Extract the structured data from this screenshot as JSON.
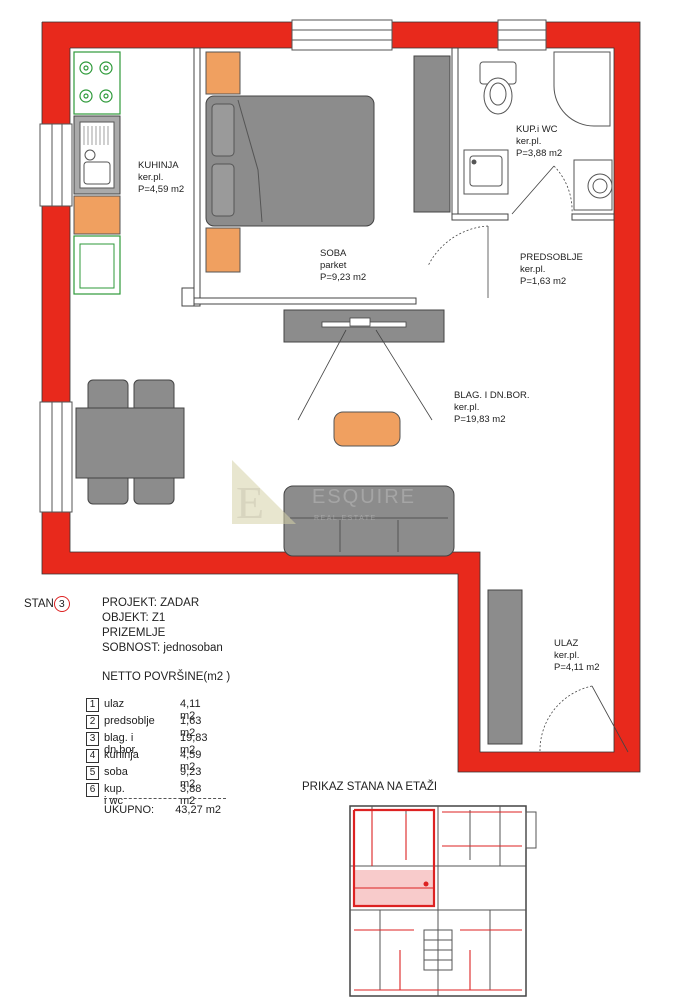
{
  "rooms": {
    "kuhinja": {
      "name": "KUHINJA",
      "finish": "ker.pl.",
      "area": "P=4,59 m2"
    },
    "soba": {
      "name": "SOBA",
      "finish": "parket",
      "area": "P=9,23 m2"
    },
    "kupaonica": {
      "name": "KUP.i WC",
      "finish": "ker.pl.",
      "area": "P=3,88 m2"
    },
    "predsoblje": {
      "name": "PREDSOBLJE",
      "finish": "ker.pl.",
      "area": "P=1,63 m2"
    },
    "blagovaonica": {
      "name": "BLAG. I DN.BOR.",
      "finish": "ker.pl.",
      "area": "P=19,83 m2"
    },
    "ulaz": {
      "name": "ULAZ",
      "finish": "ker.pl.",
      "area": "P=4,11 m2"
    }
  },
  "watermark": {
    "brand": "ESQUIRE",
    "tagline": "REAL ESTATE",
    "letter": "E"
  },
  "info": {
    "stan_label": "STAN",
    "stan_number": "3",
    "projekt": "PROJEKT: ZADAR",
    "objekt": "OBJEKT: Z1",
    "floor": "PRIZEMLJE",
    "sobnost": "SOBNOST: jednosoban"
  },
  "area_table": {
    "title": "NETTO POVRŠINE(m2 )",
    "rows": [
      {
        "num": "1",
        "name": "ulaz",
        "value": "4,11 m2"
      },
      {
        "num": "2",
        "name": "predsoblje",
        "value": "1,63 m2"
      },
      {
        "num": "3",
        "name": "blag. i dn.bor.",
        "value": "19,83 m2"
      },
      {
        "num": "4",
        "name": "kuhinja",
        "value": "4,59 m2"
      },
      {
        "num": "5",
        "name": "soba",
        "value": "9,23 m2"
      },
      {
        "num": "6",
        "name": "kup. i wc",
        "value": "3,88 m2"
      }
    ],
    "total_label": "UKUPNO:",
    "total_value": "43,27 m2"
  },
  "key_plan": {
    "title": "PRIKAZ STANA NA ETAŽI"
  },
  "colors": {
    "wall": "#e8291c",
    "furniture_grey": "#8c8c8c",
    "wood": "#f0a060",
    "green": "#2e9a3a"
  }
}
